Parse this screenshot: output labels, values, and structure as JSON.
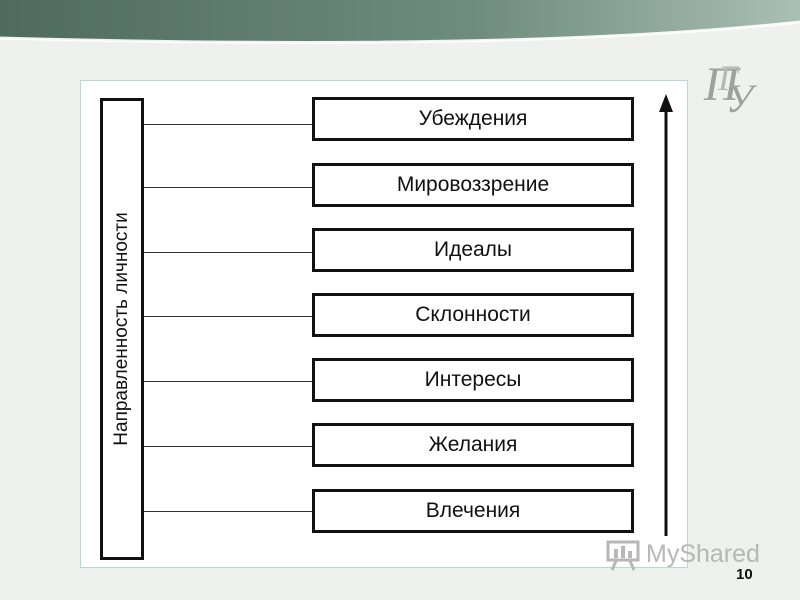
{
  "diagram": {
    "side_label": "Направленность личности",
    "levels": [
      "Убеждения",
      "Мировоззрение",
      "Идеалы",
      "Склонности",
      "Интересы",
      "Желания",
      "Влечения"
    ],
    "arrow_direction": "up"
  },
  "watermark": {
    "text": "MyShared"
  },
  "slide": {
    "page_number": "10"
  },
  "colors": {
    "header_gradient_dark": "#5c7a6b",
    "header_gradient_light": "#9db4a8",
    "frame_border": "#b9d8d4",
    "box_stroke": "#111111",
    "logo_color": "#9a9a9a"
  }
}
